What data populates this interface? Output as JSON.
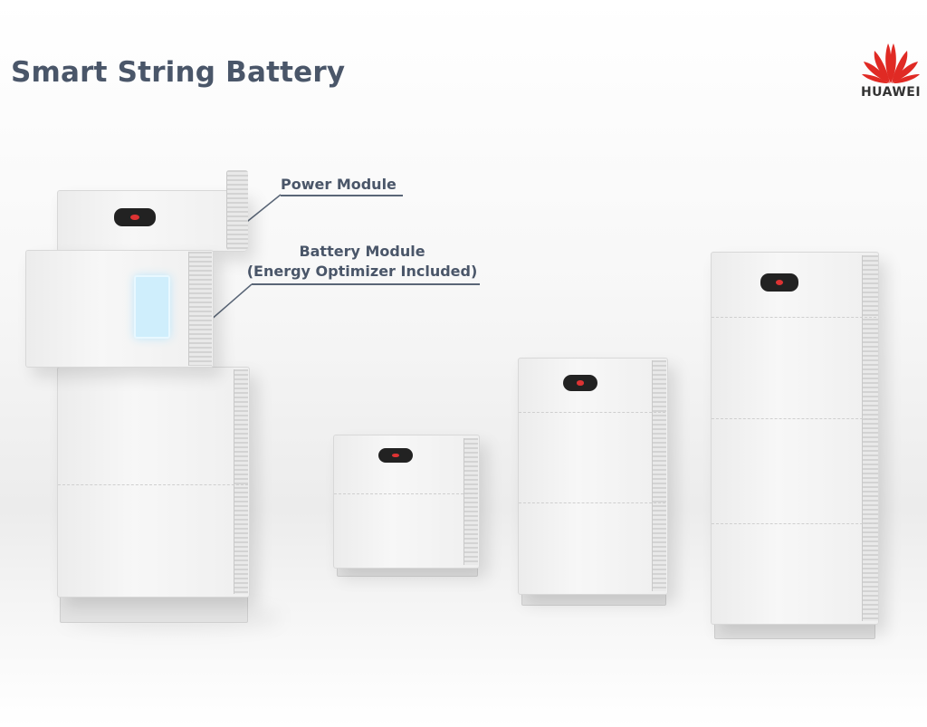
{
  "title": "Smart String Battery",
  "brand": {
    "name": "HUAWEI",
    "color": "#e02a24"
  },
  "callouts": {
    "power_module": "Power Module",
    "battery_module_line1": "Battery Module",
    "battery_module_line2": "(Energy Optimizer Included)"
  },
  "colors": {
    "title": "#4a5669"
  }
}
